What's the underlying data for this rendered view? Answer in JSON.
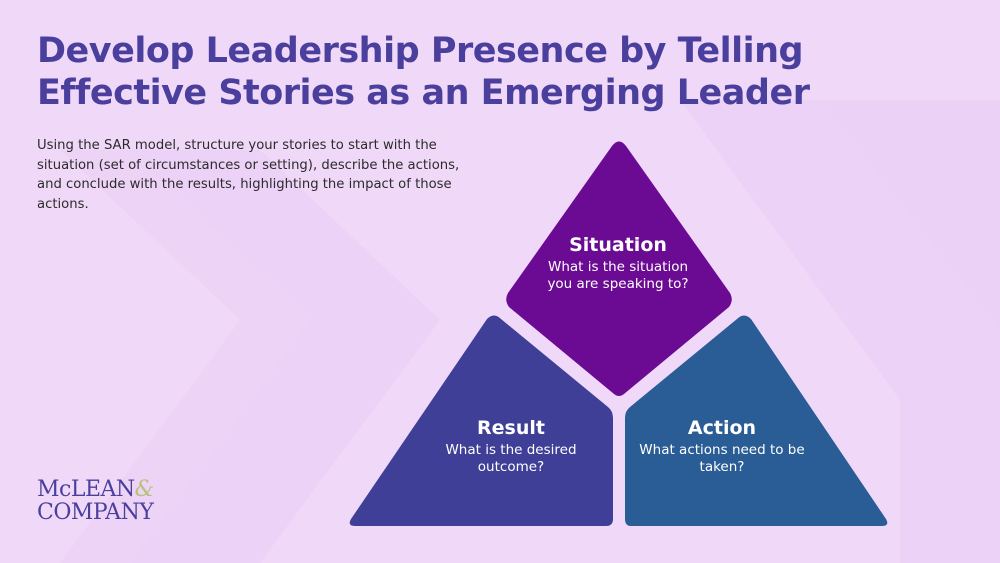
{
  "title": {
    "line1": "Develop Leadership Presence by Telling",
    "line2": "Effective Stories as an Emerging Leader"
  },
  "intro": "Using the SAR model, structure your stories to start with the situation (set of circumstances or setting), describe the actions, and conclude with the results, highlighting the impact of those actions.",
  "diagram": {
    "situation": {
      "heading": "Situation",
      "description": "What is the situation you are speaking to?",
      "color": "#6b0a93"
    },
    "result": {
      "heading": "Result",
      "description": "What is the desired outcome?",
      "color": "#3f3f98"
    },
    "action": {
      "heading": "Action",
      "description": "What actions need to be taken?",
      "color": "#2a5c96"
    }
  },
  "logo": {
    "line1": "McLEAN",
    "ampersand": "&",
    "line2": "COMPANY"
  },
  "colors": {
    "background": "#f0d9f8",
    "title": "#4a3f9c"
  }
}
